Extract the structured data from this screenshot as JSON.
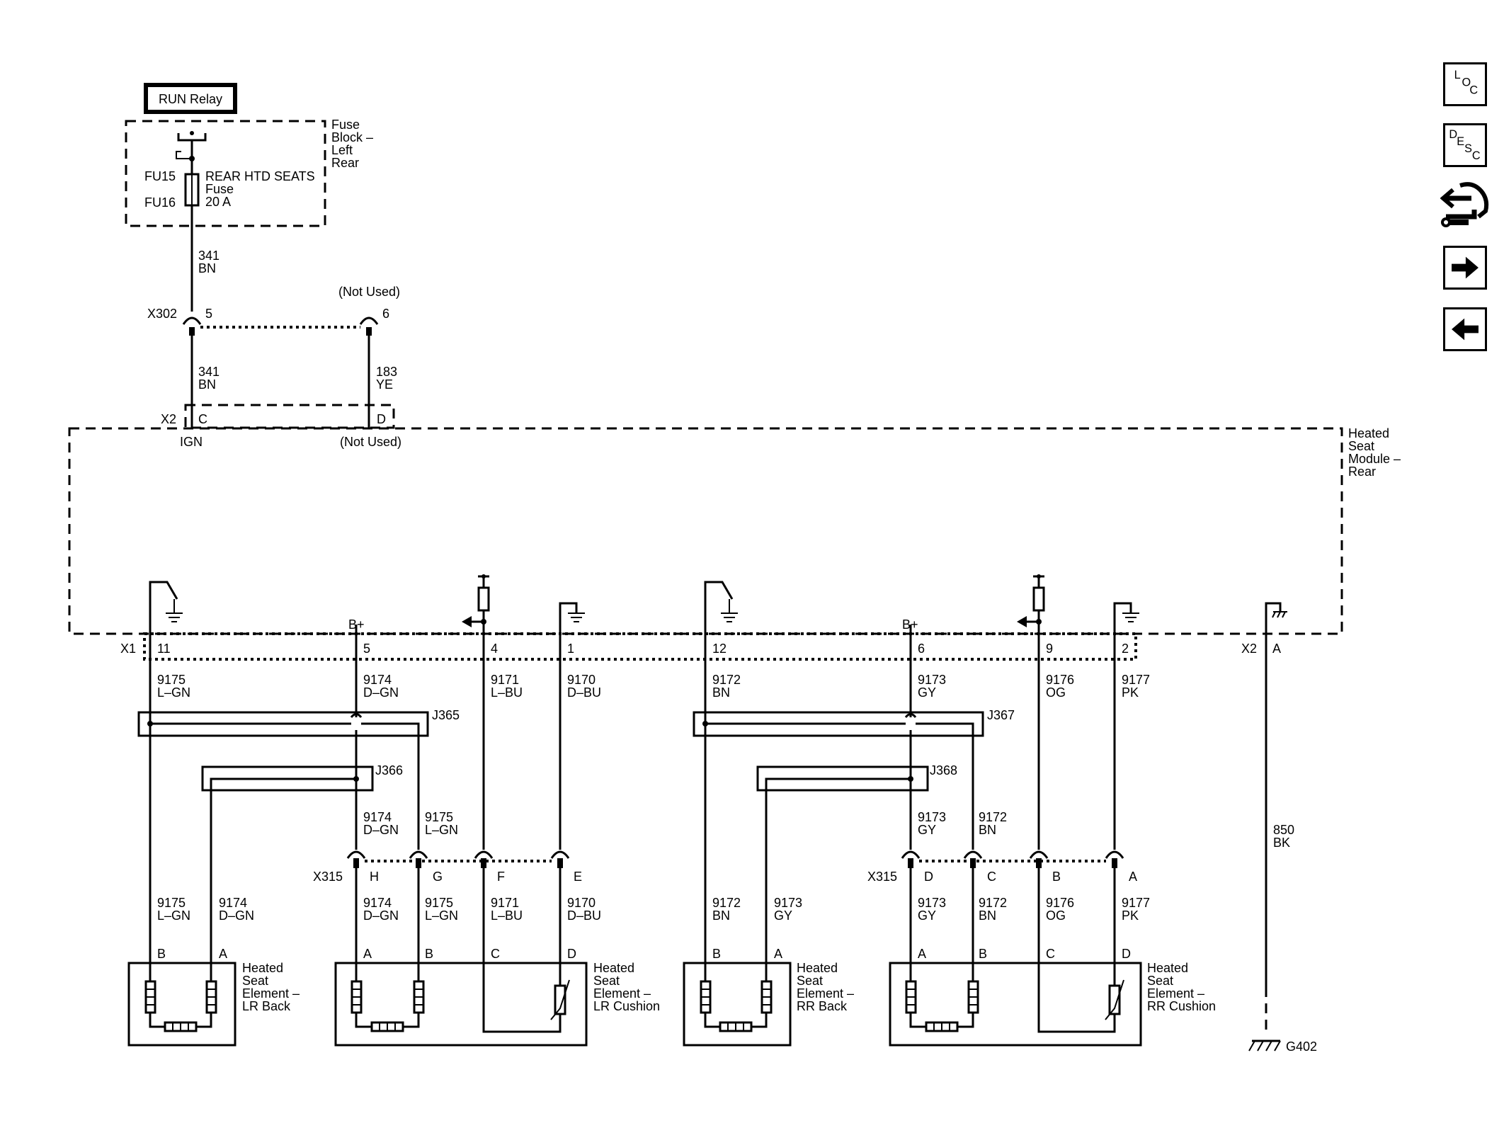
{
  "relay": {
    "label": "RUN Relay"
  },
  "fuse_block": {
    "label_lines": [
      "Fuse",
      "Block –",
      "Left",
      "Rear"
    ]
  },
  "fuse": {
    "id_top": "FU15",
    "id_bottom": "FU16",
    "label_lines": [
      "REAR HTD SEATS",
      "Fuse",
      "20 A"
    ]
  },
  "wires": {
    "fuse_out": {
      "circuit": "341",
      "color": "BN"
    },
    "x302_c": {
      "circuit": "341",
      "color": "BN"
    },
    "x302_d": {
      "circuit": "183",
      "color": "YE"
    },
    "ground": {
      "circuit": "850",
      "color": "BK"
    }
  },
  "x302": {
    "name": "X302",
    "pin_left": "5",
    "pin_right": "6",
    "not_used": "(Not Used)"
  },
  "module": {
    "label_lines": [
      "Heated",
      "Seat",
      "Module –",
      "Rear"
    ],
    "x2_name": "X2",
    "x2_pin_c": "C",
    "x2_pin_d": "D",
    "ign": "IGN",
    "not_used": "(Not Used)",
    "x1_name": "X1",
    "x2a_name": "X2",
    "x2a_pin": "A",
    "bplus": "B+"
  },
  "x1_pins": [
    {
      "pin": "11",
      "circuit": "9175",
      "color": "L–GN"
    },
    {
      "pin": "5",
      "circuit": "9174",
      "color": "D–GN"
    },
    {
      "pin": "4",
      "circuit": "9171",
      "color": "L–BU"
    },
    {
      "pin": "1",
      "circuit": "9170",
      "color": "D–BU"
    },
    {
      "pin": "12",
      "circuit": "9172",
      "color": "BN"
    },
    {
      "pin": "6",
      "circuit": "9173",
      "color": "GY"
    },
    {
      "pin": "9",
      "circuit": "9176",
      "color": "OG"
    },
    {
      "pin": "2",
      "circuit": "9177",
      "color": "PK"
    }
  ],
  "splices": {
    "j365": "J365",
    "j366": "J366",
    "j367": "J367",
    "j368": "J368"
  },
  "x315_left": {
    "name": "X315",
    "above": [
      {
        "circuit": "9174",
        "color": "D–GN"
      },
      {
        "circuit": "9175",
        "color": "L–GN"
      }
    ],
    "pins": [
      "H",
      "G",
      "F",
      "E"
    ],
    "below": [
      {
        "circuit": "9174",
        "color": "D–GN"
      },
      {
        "circuit": "9175",
        "color": "L–GN"
      },
      {
        "circuit": "9171",
        "color": "L–BU"
      },
      {
        "circuit": "9170",
        "color": "D–BU"
      }
    ]
  },
  "x315_right": {
    "name": "X315",
    "above": [
      {
        "circuit": "9173",
        "color": "GY"
      },
      {
        "circuit": "9172",
        "color": "BN"
      }
    ],
    "pins": [
      "D",
      "C",
      "B",
      "A"
    ],
    "below": [
      {
        "circuit": "9173",
        "color": "GY"
      },
      {
        "circuit": "9172",
        "color": "BN"
      },
      {
        "circuit": "9176",
        "color": "OG"
      },
      {
        "circuit": "9177",
        "color": "PK"
      }
    ]
  },
  "lr_back_wires": [
    {
      "circuit": "9175",
      "color": "L–GN"
    },
    {
      "circuit": "9174",
      "color": "D–GN"
    }
  ],
  "rr_back_wires": [
    {
      "circuit": "9172",
      "color": "BN"
    },
    {
      "circuit": "9173",
      "color": "GY"
    }
  ],
  "elements": {
    "lr_back": {
      "pins": [
        "B",
        "A"
      ],
      "label_lines": [
        "Heated",
        "Seat",
        "Element –",
        "LR Back"
      ]
    },
    "lr_cushion": {
      "pins": [
        "A",
        "B",
        "C",
        "D"
      ],
      "label_lines": [
        "Heated",
        "Seat",
        "Element –",
        "LR Cushion"
      ]
    },
    "rr_back": {
      "pins": [
        "B",
        "A"
      ],
      "label_lines": [
        "Heated",
        "Seat",
        "Element –",
        "RR Back"
      ]
    },
    "rr_cushion": {
      "pins": [
        "A",
        "B",
        "C",
        "D"
      ],
      "label_lines": [
        "Heated",
        "Seat",
        "Element –",
        "RR Cushion"
      ]
    }
  },
  "ground_point": {
    "label": "G402"
  },
  "nav": {
    "loc": [
      "L",
      "O",
      "C"
    ],
    "desc": [
      "D",
      "E",
      "S",
      "C"
    ]
  }
}
